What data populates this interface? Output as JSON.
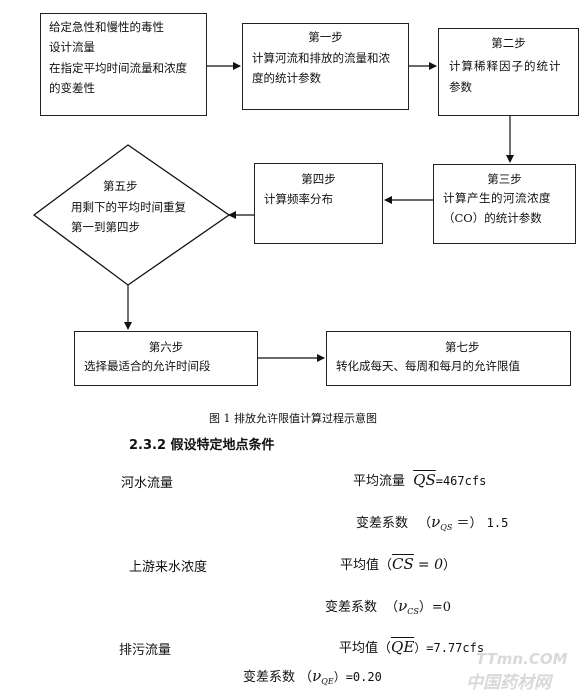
{
  "flow": {
    "given": [
      "给定急性和慢性的毒性",
      "设计流量",
      "在指定平均时间流量和浓度",
      "的变差性"
    ],
    "step1": {
      "title": "第一步",
      "lines": [
        "计算河流和排放的流量和浓",
        "度的统计参数"
      ]
    },
    "step2": {
      "title": "第二步",
      "lines": [
        "计算稀释因子的统计",
        "参数"
      ]
    },
    "step3": {
      "title": "第三步",
      "lines": [
        "计算产生的河流浓度",
        "（CO）的统计参数"
      ]
    },
    "step4": {
      "title": "第四步",
      "lines": [
        "计算频率分布"
      ]
    },
    "step5": {
      "title": "第五步",
      "lines": [
        "用剩下的平均时间重复",
        "第一到第四步"
      ]
    },
    "step6": {
      "title": "第六步",
      "lines": [
        "选择最适合的允许时间段"
      ]
    },
    "step7": {
      "title": "第七步",
      "lines": [
        "转化成每天、每周和每月的允许限值"
      ]
    }
  },
  "caption": "图 1  排放允许限值计算过程示意图",
  "section_heading": "2.3.2 假设特定地点条件",
  "conditions": {
    "river_flow_label": "河水流量",
    "avg_flow_label": "平均流量",
    "avg_flow_symbol": "QS",
    "avg_flow_value": "=467cfs",
    "cv_label": "变差系数",
    "nu": "ν",
    "cv_flow_sub": "QS",
    "cv_flow_value": "1.5",
    "cv_flow_tail": "＝）",
    "upstream_label": "上游来水浓度",
    "avg_value_label": "平均值（",
    "avg_conc_symbol": "CS",
    "avg_conc_value": "= 0",
    "cv_conc_sub": "CS",
    "cv_conc_value": "）=0",
    "discharge_label": "排污流量",
    "avg_dis_symbol": "QE",
    "avg_dis_value": "）=7.77cfs",
    "cv_dis_sub": "QE",
    "cv_dis_value": "）=0.20"
  },
  "watermark": {
    "line1": "TTmn.COM",
    "line2": "中国药材网"
  }
}
